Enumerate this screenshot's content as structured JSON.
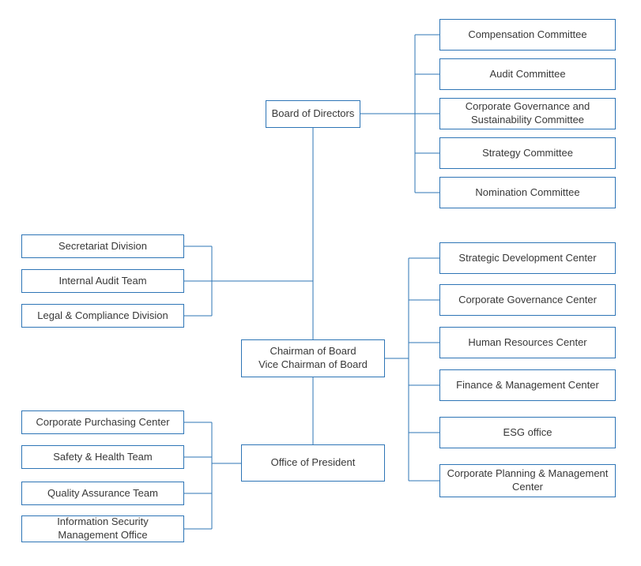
{
  "diagram": {
    "type": "org-chart",
    "board": {
      "label": "Board of Directors"
    },
    "board_committees": [
      {
        "label": "Compensation Committee"
      },
      {
        "label": "Audit Committee"
      },
      {
        "label": "Corporate Governance and Sustainability Committee"
      },
      {
        "label": "Strategy Committee"
      },
      {
        "label": "Nomination Committee"
      }
    ],
    "chairman": {
      "line1": "Chairman of Board",
      "line2": "Vice Chairman of Board"
    },
    "chairman_staff_units": [
      {
        "label": "Secretariat Division"
      },
      {
        "label": "Internal Audit Team"
      },
      {
        "label": "Legal & Compliance Division"
      }
    ],
    "chairman_centers": [
      {
        "label": "Strategic Development Center"
      },
      {
        "label": "Corporate Governance Center"
      },
      {
        "label": "Human Resources Center"
      },
      {
        "label": "Finance & Management Center"
      },
      {
        "label": "ESG office"
      },
      {
        "label": "Corporate Planning & Management Center"
      }
    ],
    "president": {
      "label": "Office of President"
    },
    "president_units": [
      {
        "label": "Corporate Purchasing Center"
      },
      {
        "label": "Safety & Health Team"
      },
      {
        "label": "Quality Assurance Team"
      },
      {
        "label": "Information Security Management Office"
      }
    ],
    "colors": {
      "box_border": "#2e75b6",
      "connector": "#2e75b6",
      "text": "#383838",
      "background": "#ffffff"
    }
  }
}
